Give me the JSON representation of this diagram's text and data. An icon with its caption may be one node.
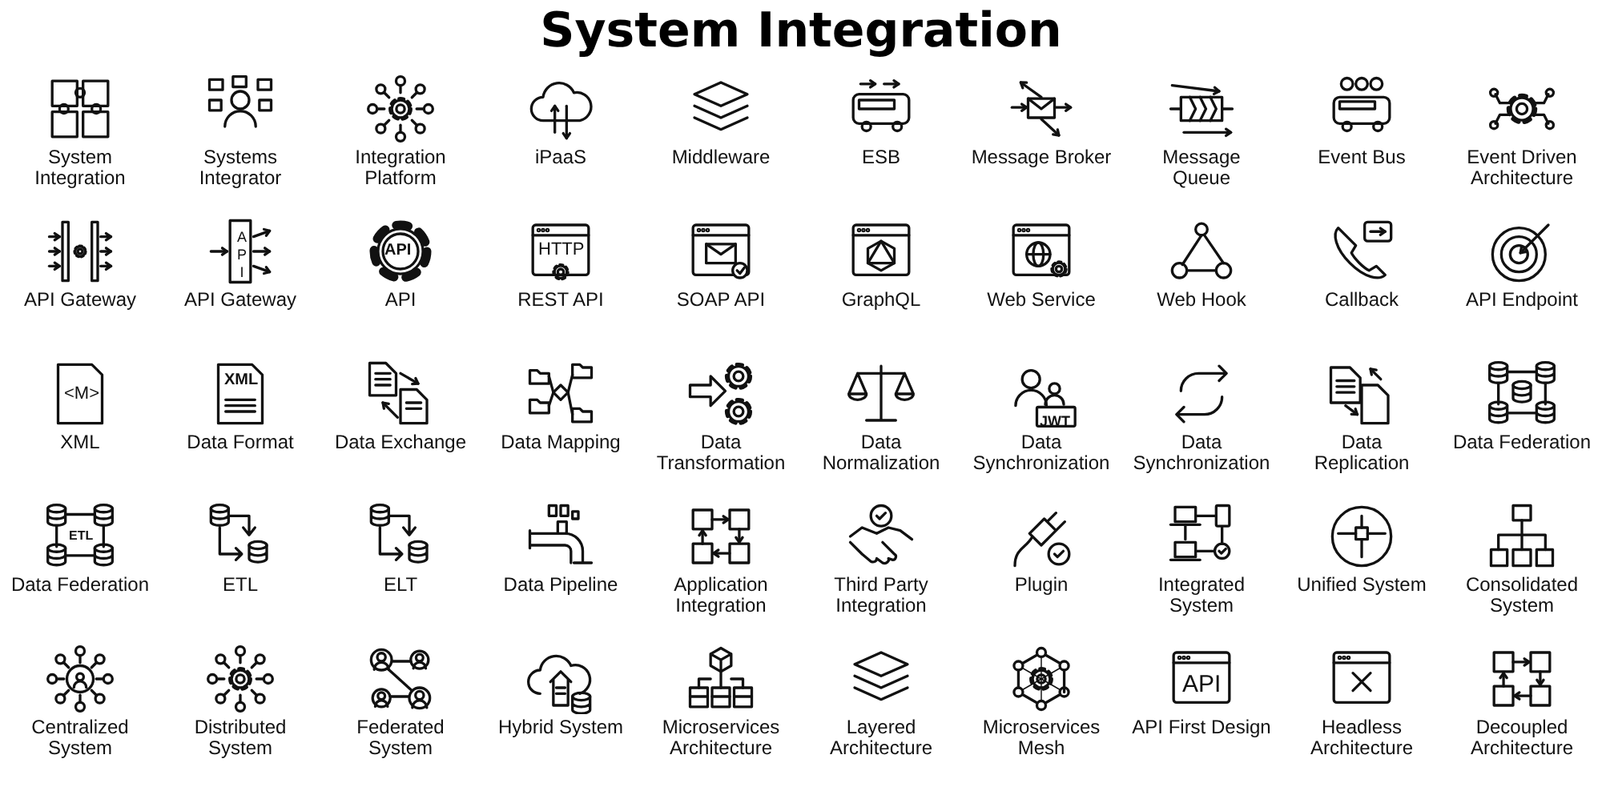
{
  "diagram": {
    "title": "System Integration",
    "labels": [
      "System Integration",
      "Systems Integrator",
      "Integration Platform",
      "iPaaS",
      "Middleware",
      "ESB",
      "Message Broker",
      "Message Queue",
      "Event Bus",
      "Event Driven Architecture",
      "API Gateway",
      "API",
      "API Gateway",
      "API",
      "API",
      "HTTP",
      "REST API",
      "SOAP API",
      "GraphQL",
      "Web Service",
      "Web Hook",
      "Callback",
      "API Endpoint",
      "<M>",
      "XML",
      "XML",
      "Data Format",
      "Data Exchange",
      "Data Mapping",
      "Data Transformation",
      "Data Normalization",
      "JWT",
      "Data Synchronization",
      "Data Synchronization",
      "Data Replication",
      "Data Federation",
      "ETL",
      "Data Federation",
      "ETL",
      "ELT",
      "Data Pipeline",
      "Application Integration",
      "Third Party Integration",
      "Plugin",
      "Integrated System",
      "Unified System",
      "Consolidated System",
      "Centralized System",
      "Distributed System",
      "Federated System",
      "Hybrid System",
      "Microservices Architecture",
      "Layered Architecture",
      "Microservices Mesh",
      "API",
      "API First Design",
      "Headless Architecture",
      "Decoupled Architecture"
    ]
  }
}
